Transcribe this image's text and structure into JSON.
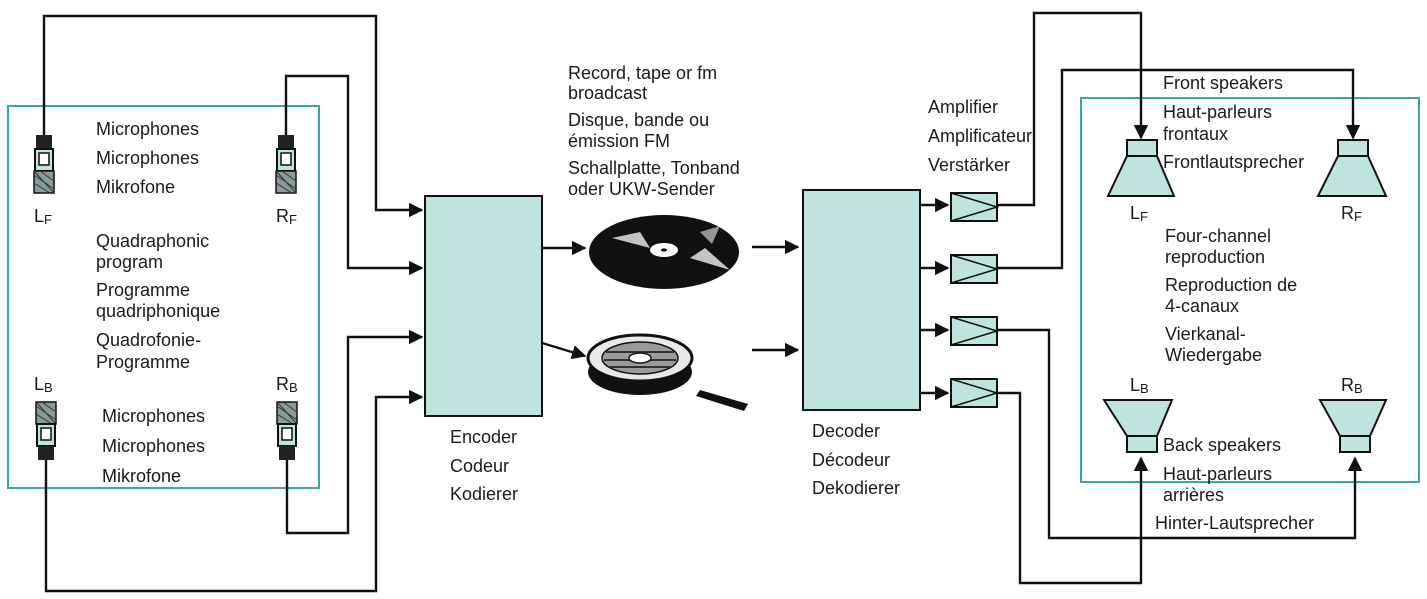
{
  "mic_section": {
    "front_lines": [
      "Microphones",
      "Microphones",
      "Mikrofone"
    ],
    "back_lines": [
      "Microphones",
      "Microphones",
      "Mikrofone"
    ],
    "program_lines": [
      "Quadraphonic",
      "program",
      "Programme",
      "quadriphonique",
      "Quadrofonie-",
      "Programme"
    ],
    "lf": {
      "main": "L",
      "sub": "F"
    },
    "rf": {
      "main": "R",
      "sub": "F"
    },
    "lb": {
      "main": "L",
      "sub": "B"
    },
    "rb": {
      "main": "R",
      "sub": "B"
    }
  },
  "encoder": {
    "lines": [
      "Encoder",
      "Codeur",
      "Kodierer"
    ]
  },
  "media": {
    "lines": [
      "Record, tape or fm",
      "broadcast",
      "Disque, bande ou",
      "émission FM",
      "Schallplatte, Tonband",
      "oder UKW-Sender"
    ]
  },
  "decoder": {
    "lines": [
      "Decoder",
      "Décodeur",
      "Dekodierer"
    ]
  },
  "amplifier": {
    "lines": [
      "Amplifier",
      "Amplificateur",
      "Verstärker"
    ]
  },
  "speaker_section": {
    "front_lines": [
      "Front speakers",
      "Haut-parleurs",
      "frontaux",
      "Frontlautsprecher"
    ],
    "reproduction_lines": [
      "Four-channel",
      "reproduction",
      "Reproduction de",
      "4-canaux",
      "Vierkanal-",
      "Wiedergabe"
    ],
    "back_lines": [
      "Back speakers",
      "Haut-parleurs",
      "arrières",
      "Hinter-Lautsprecher"
    ],
    "lf": {
      "main": "L",
      "sub": "F"
    },
    "rf": {
      "main": "R",
      "sub": "F"
    },
    "lb": {
      "main": "L",
      "sub": "B"
    },
    "rb": {
      "main": "R",
      "sub": "B"
    }
  },
  "colors": {
    "accent_teal": "#3aa8a0",
    "box_fill": "#bfe3dd",
    "line": "#111111"
  }
}
